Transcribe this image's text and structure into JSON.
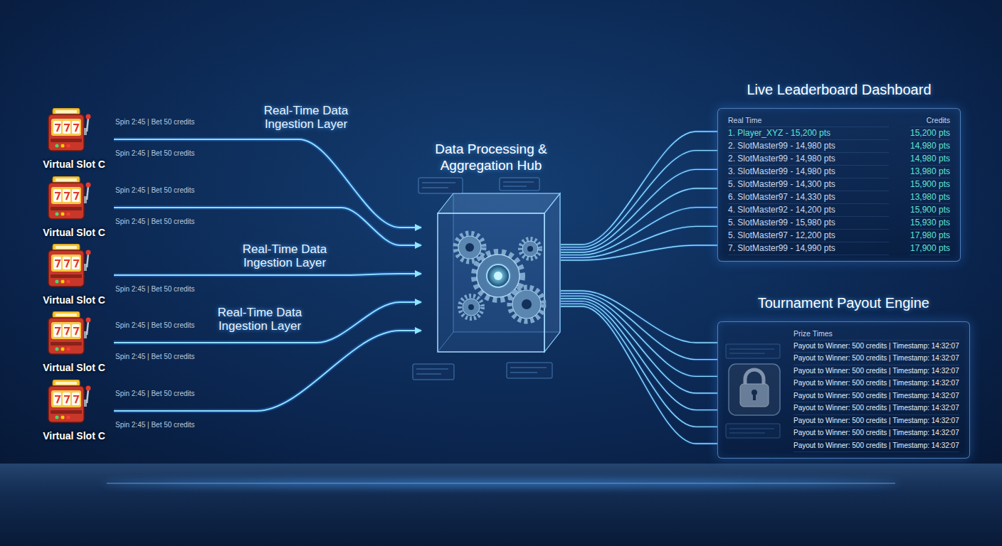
{
  "diagram": {
    "nodes": [
      {
        "text": [
          "Virtual Slot C"
        ]
      },
      {
        "text": [
          "Virtual Slot C"
        ]
      },
      {
        "text": [
          "Virtual Slot C"
        ]
      },
      {
        "text": [
          "Virtual Slot C"
        ]
      },
      {
        "text": [
          "Virtual Slot C"
        ]
      },
      {
        "text": [
          "Data Processing & Aggregation Hub"
        ]
      },
      {
        "text": [
          "Live Leaderboard Dashboard",
          "Real Time",
          "Credits",
          "1. Player_XYZ - 15,200 pts",
          "15,200 pts",
          "2. SlotMaster99 - 14,980 pts",
          "14,980 pts",
          "2. SlotMaster99 - 14,980 pts",
          "14,980 pts",
          "3. SlotMaster99 - 14,980 pts",
          "13,980 pts",
          "5. SlotMaster99 - 14,300 pts",
          "15,900 pts",
          "6. SlotMaster97 - 14,330 pts",
          "13,980 pts",
          "4. SlotMaster92 - 14,200 pts",
          "15,900 pts",
          "5. SlotMaster99 - 15,980 pts",
          "15,930 pts",
          "5. SlotMaster97 - 12,200 pts",
          "17,980 pts",
          "7. SlotMaster99 - 14,990 pts",
          "17,900 pts"
        ]
      },
      {
        "text": [
          "Tournament Payout Engine",
          "Prize Times",
          "Payout to Winner: 500 credits | Timestamp: 14:32:07",
          "Payout to Winner: 500 credits | Timestamp: 14:32:07",
          "Payout to Winner: 500 credits | Timestamp: 14:32:07",
          "Payout to Winner: 500 credits | Timestamp: 14:32:07",
          "Payout to Winner: 500 credits | Timestamp: 14:32:07",
          "Payout to Winner: 500 credits | Timestamp: 14:32:07",
          "Payout to Winner: 500 credits | Timestamp: 14:32:07",
          "Payout to Winner: 500 credits | Timestamp: 14:32:07",
          "Payout to Winner: 500 credits | Timestamp: 14:32:07"
        ]
      }
    ],
    "edges": [
      {
        "from": 0,
        "to": 5,
        "arrow": "to",
        "label": "Real-Time Data Ingestion Layer"
      },
      {
        "from": 1,
        "to": 5,
        "arrow": "to"
      },
      {
        "from": 2,
        "to": 5,
        "arrow": "to",
        "label": "Real-Time Data Ingestion Layer"
      },
      {
        "from": 3,
        "to": 5,
        "arrow": "to",
        "label": "Real-Time Data Ingestion Layer"
      },
      {
        "from": 4,
        "to": 5,
        "arrow": "to"
      },
      {
        "from": 5,
        "to": 6,
        "arrow": "none"
      },
      {
        "from": 5,
        "to": 7,
        "arrow": "none"
      }
    ],
    "labels": [
      "Spin 2:45 | Bet 50 credits",
      "Spin 2:45 | Bet 50 credits",
      "Spin 2:45 | Bet 50 credits",
      "Spin 2:45 | Bet 50 credits",
      "Spin 2:45 | Bet 50 credits",
      "Spin 2:45 | Bet 50 credits",
      "Spin 2:45 | Bet 50 credits",
      "Spin 2:45 | Bet 50 credits",
      "Spin 2:45 | Bet 50 credits"
    ]
  }
}
